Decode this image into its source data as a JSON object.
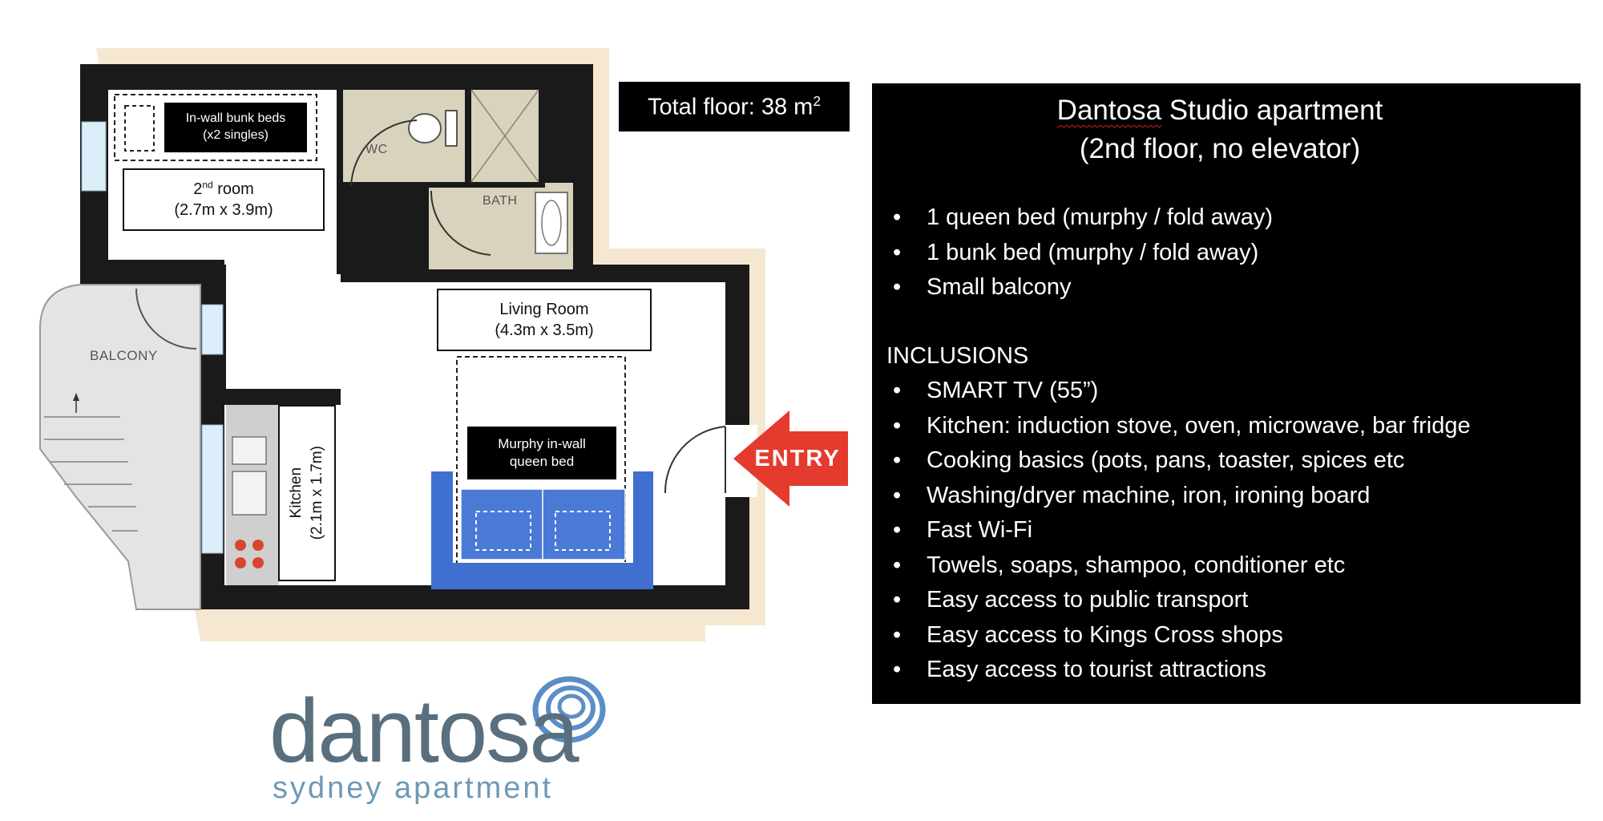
{
  "floorplan": {
    "bunk_label_1": "In-wall bunk beds",
    "bunk_label_2": "(x2 singles)",
    "room2_label_1": "2",
    "room2_label_sup": "nd",
    "room2_label_rest": " room",
    "room2_dims": "(2.7m x 3.9m)",
    "wc": "WC",
    "bath": "BATH",
    "living_label": "Living Room",
    "living_dims": "(4.3m x 3.5m)",
    "balcony": "BALCONY",
    "kitchen_label": "Kitchen",
    "kitchen_dims": "(2.1m x 1.7m)",
    "murphy_label_1": "Murphy in-wall",
    "murphy_label_2": "queen bed",
    "entry": "ENTRY",
    "total_floor_prefix": "Total floor: 38 m",
    "total_floor_sup": "2"
  },
  "panel": {
    "title_word": "Dantosa",
    "title_rest": " Studio apartment",
    "subtitle": "(2nd floor, no elevator)",
    "features": [
      "1 queen bed (murphy / fold away)",
      "1 bunk bed (murphy / fold away)",
      "Small balcony"
    ],
    "inclusions_heading": "INCLUSIONS",
    "inclusions": [
      "SMART TV (55”)",
      "Kitchen: induction stove, oven, microwave, bar fridge",
      "Cooking basics (pots, pans, toaster, spices etc",
      "Washing/dryer machine, iron, ironing board",
      "Fast Wi-Fi",
      "Towels, soaps, shampoo, conditioner etc",
      "Easy access to public transport",
      "Easy access to Kings Cross shops",
      "Easy access to tourist attractions"
    ]
  },
  "logo": {
    "brand": "dantosa",
    "tagline": "sydney apartment"
  },
  "colors": {
    "wall": "#1a1a1a",
    "tile": "#d9d2bd",
    "bed_blue": "#3f6fcf",
    "entry_red": "#e53a2e",
    "logo_gray": "#5a6f7d",
    "logo_blue": "#6f99b5"
  }
}
